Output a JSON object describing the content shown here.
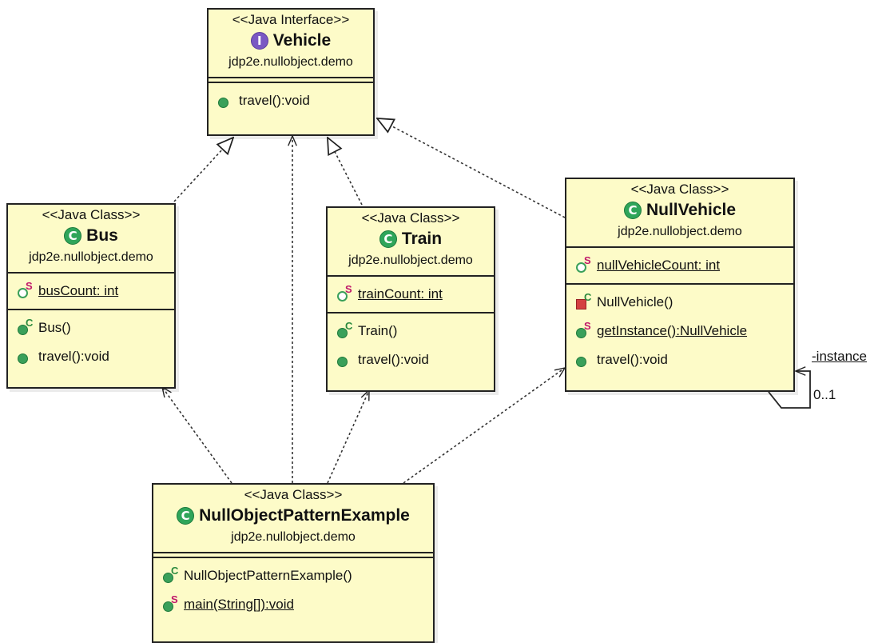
{
  "classes": {
    "vehicle": {
      "stereotype": "<<Java Interface>>",
      "name": "Vehicle",
      "package": "jdp2e.nullobject.demo",
      "methods": [
        "travel():void"
      ]
    },
    "bus": {
      "stereotype": "<<Java Class>>",
      "name": "Bus",
      "package": "jdp2e.nullobject.demo",
      "fields": [
        "busCount: int"
      ],
      "methods": [
        "Bus()",
        "travel():void"
      ]
    },
    "train": {
      "stereotype": "<<Java Class>>",
      "name": "Train",
      "package": "jdp2e.nullobject.demo",
      "fields": [
        "trainCount: int"
      ],
      "methods": [
        "Train()",
        "travel():void"
      ]
    },
    "null_vehicle": {
      "stereotype": "<<Java Class>>",
      "name": "NullVehicle",
      "package": "jdp2e.nullobject.demo",
      "fields": [
        "nullVehicleCount: int"
      ],
      "methods": [
        "NullVehicle()",
        "getInstance():NullVehicle",
        "travel():void"
      ]
    },
    "example": {
      "stereotype": "<<Java Class>>",
      "name": "NullObjectPatternExample",
      "package": "jdp2e.nullobject.demo",
      "methods": [
        "NullObjectPatternExample()",
        "main(String[]):void"
      ]
    }
  },
  "association": {
    "role": "-instance",
    "multiplicity": "0..1"
  },
  "icons": {
    "class": "class-c-icon",
    "interface": "interface-i-icon",
    "public_method": "public-method-dot-icon",
    "static_field": "static-field-icon",
    "constructor": "constructor-icon",
    "private_constructor": "private-constructor-icon"
  },
  "colors": {
    "box_fill": "#fdfbc8",
    "class_icon": "#2fa55a",
    "interface_icon": "#7a58c3",
    "static_marker": "#c0186a"
  }
}
